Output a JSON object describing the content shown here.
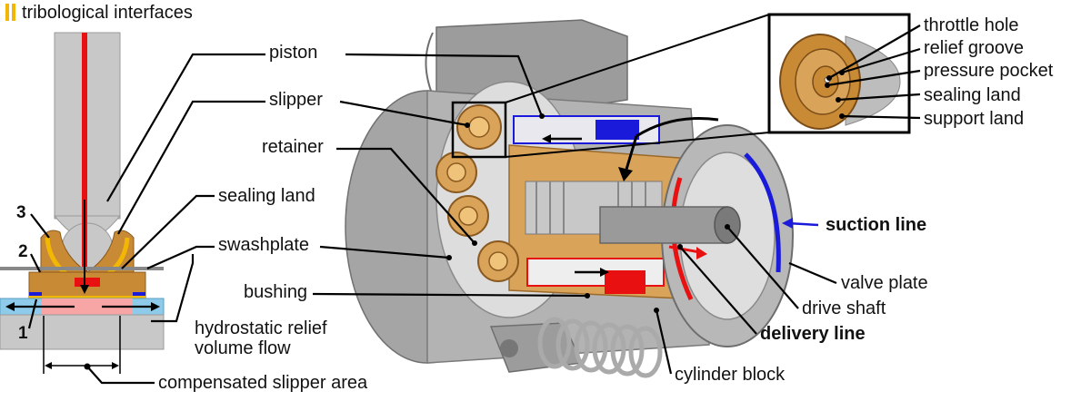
{
  "legend": {
    "text": "tribological interfaces",
    "marker_color": "#f2b705"
  },
  "numbers": {
    "n1": "1",
    "n2": "2",
    "n3": "3"
  },
  "labels": {
    "piston": "piston",
    "slipper": "slipper",
    "retainer": "retainer",
    "sealing_land_left": "sealing land",
    "swashplate": "swashplate",
    "bushing": "bushing",
    "hydrostatic_line1": "hydrostatic relief",
    "hydrostatic_line2": "volume flow",
    "compensated": "compensated slipper area",
    "throttle_hole": "throttle hole",
    "relief_groove": "relief groove",
    "pressure_pocket": "pressure pocket",
    "sealing_land_right": "sealing land",
    "support_land": "support land",
    "suction_line": "suction line",
    "valve_plate": "valve plate",
    "drive_shaft": "drive shaft",
    "delivery_line": "delivery line",
    "cylinder_block": "cylinder block"
  },
  "colors": {
    "suction": "#1a1adb",
    "delivery": "#e81010",
    "bronze": "#c98a35",
    "steel": "#b9b9b9",
    "plate": "#8ecbea",
    "pocket": "#f7a5a5"
  }
}
